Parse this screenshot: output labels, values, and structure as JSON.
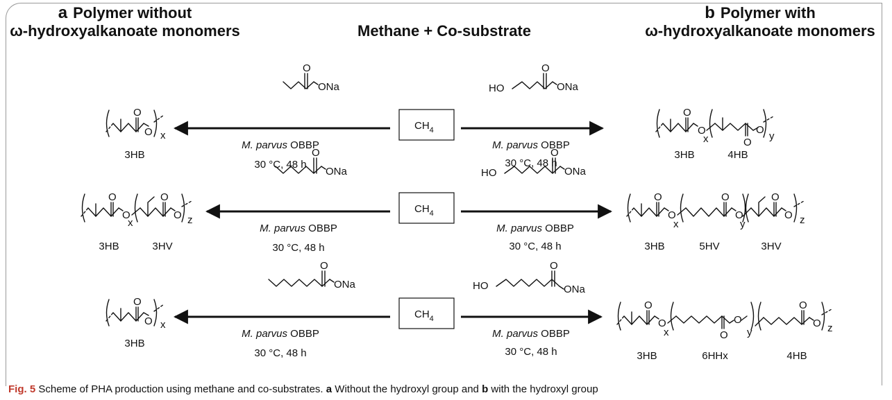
{
  "header_a": {
    "letter": "a",
    "line1": "Polymer without",
    "line2": "ω-hydroxyalkanoate monomers"
  },
  "header_b": {
    "letter": "b",
    "line1": "Polymer with",
    "line2": "ω-hydroxyalkanoate monomers"
  },
  "header_mid": "Methane + Co-substrate",
  "center_box": "CH4",
  "conditions": {
    "organism": "M. parvus",
    "strain": "OBBP",
    "temp_time": "30 °C, 48 h"
  },
  "substrate_salt": "ONa",
  "substrate_hydroxyl": "HO",
  "oxygen": "O",
  "subscripts": {
    "x": "x",
    "y": "y",
    "z": "z"
  },
  "rows": [
    {
      "left_monomers": [
        "3HB"
      ],
      "right_monomers": [
        "3HB",
        "4HB"
      ]
    },
    {
      "left_monomers": [
        "3HB",
        "3HV"
      ],
      "right_monomers": [
        "3HB",
        "5HV",
        "3HV"
      ]
    },
    {
      "left_monomers": [
        "3HB"
      ],
      "right_monomers": [
        "3HB",
        "6HHx",
        "4HB"
      ]
    }
  ],
  "caption": {
    "fig_label": "Fig. 5",
    "text_1": "Scheme of PHA production using methane and co-substrates.",
    "a": "a",
    "text_2": "Without the hydroxyl group and",
    "b": "b",
    "text_3": "with the hydroxyl group"
  }
}
